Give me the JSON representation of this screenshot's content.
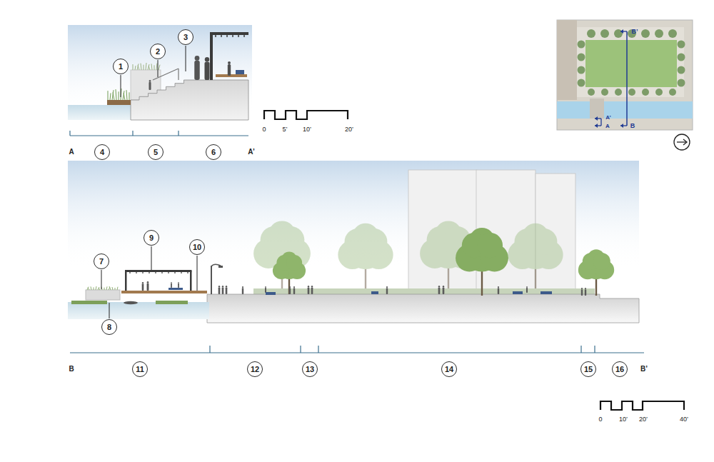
{
  "diagram": {
    "nodes": [
      {
        "text": [
          "1"
        ]
      },
      {
        "text": [
          "2"
        ]
      },
      {
        "text": [
          "3"
        ]
      },
      {
        "text": [
          "4"
        ]
      },
      {
        "text": [
          "5"
        ]
      },
      {
        "text": [
          "6"
        ]
      },
      {
        "text": [
          "7"
        ]
      },
      {
        "text": [
          "8"
        ]
      },
      {
        "text": [
          "9"
        ]
      },
      {
        "text": [
          "10"
        ]
      },
      {
        "text": [
          "11"
        ]
      },
      {
        "text": [
          "12"
        ]
      },
      {
        "text": [
          "13"
        ]
      },
      {
        "text": [
          "14"
        ]
      },
      {
        "text": [
          "15"
        ]
      },
      {
        "text": [
          "16"
        ]
      }
    ],
    "labels": [
      "A",
      "A’",
      "0",
      "5’",
      "10’",
      "20’",
      "B",
      "B’",
      "0",
      "10’",
      "20’",
      "40’",
      "B’",
      "A’",
      "A",
      "B"
    ]
  }
}
